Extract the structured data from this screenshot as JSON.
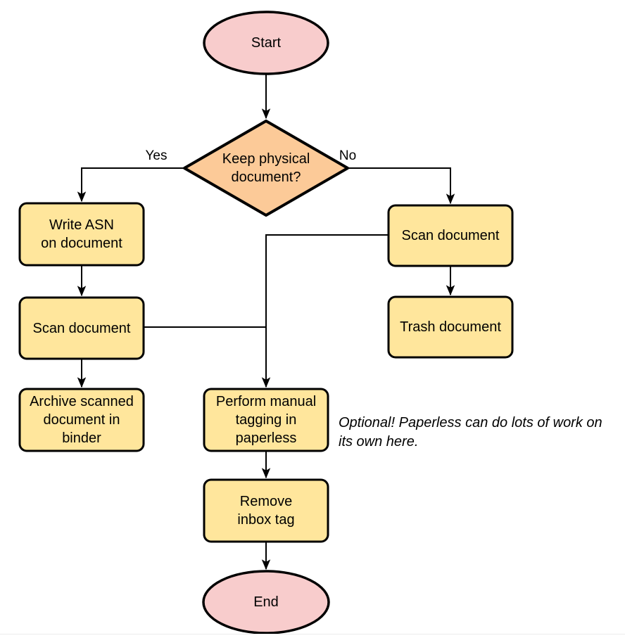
{
  "colors": {
    "background": "#ffffff",
    "terminator_fill": "#F8CCCC",
    "decision_fill": "#FCCA98",
    "process_fill": "#FFE69C",
    "stroke": "#000000"
  },
  "nodes": {
    "start": {
      "type": "terminator",
      "label": "Start"
    },
    "decision": {
      "type": "decision",
      "label": "Keep physical\ndocument?"
    },
    "write_asn": {
      "type": "process",
      "label": "Write ASN\non document"
    },
    "scan_left": {
      "type": "process",
      "label": "Scan document"
    },
    "archive": {
      "type": "process",
      "label": "Archive scanned\ndocument in\nbinder"
    },
    "scan_right": {
      "type": "process",
      "label": "Scan document"
    },
    "trash": {
      "type": "process",
      "label": "Trash document"
    },
    "tagging": {
      "type": "process",
      "label": "Perform manual\ntagging in\npaperless"
    },
    "remove_inbox": {
      "type": "process",
      "label": "Remove\ninbox tag"
    },
    "end": {
      "type": "terminator",
      "label": "End"
    }
  },
  "edge_labels": {
    "yes": "Yes",
    "no": "No"
  },
  "note": "Optional! Paperless can do lots of work on\nits own here."
}
